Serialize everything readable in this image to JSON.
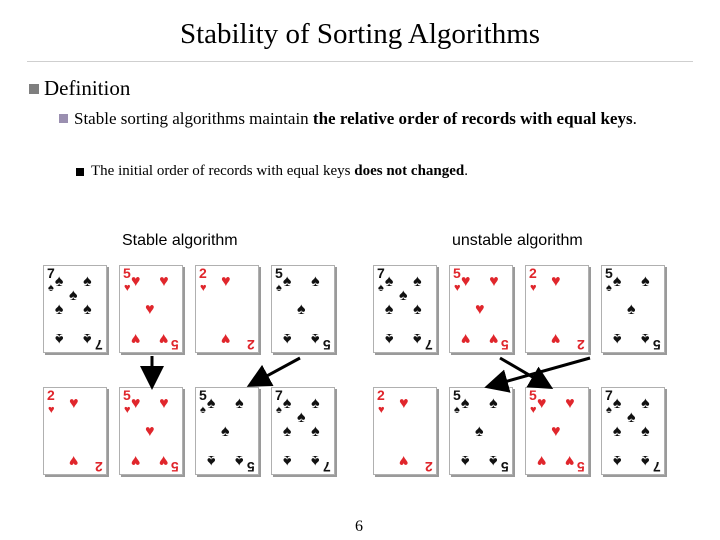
{
  "title": "Stability of Sorting Algorithms",
  "bullets": {
    "level1": "Definition",
    "level2": {
      "pre": "Stable sorting algorithms maintain ",
      "bold": "the relative order of records with equal keys",
      "post": "."
    },
    "level3": {
      "pre": "The initial order of records with equal keys ",
      "bold": "does not changed",
      "post": "."
    }
  },
  "labels": {
    "stable": "Stable algorithm",
    "unstable": "unstable algorithm"
  },
  "page_number": "6",
  "colors": {
    "red_suit": "#e0262c",
    "black_suit": "#111111",
    "bullet1": "#7f7f7f",
    "bullet2": "#9a8fb0"
  },
  "stable": {
    "before": [
      {
        "rank": "7",
        "suit": "spade"
      },
      {
        "rank": "5",
        "suit": "heart"
      },
      {
        "rank": "2",
        "suit": "heart"
      },
      {
        "rank": "5",
        "suit": "spade"
      }
    ],
    "after": [
      {
        "rank": "2",
        "suit": "heart"
      },
      {
        "rank": "5",
        "suit": "heart"
      },
      {
        "rank": "5",
        "suit": "spade"
      },
      {
        "rank": "7",
        "suit": "spade"
      }
    ]
  },
  "unstable": {
    "before": [
      {
        "rank": "7",
        "suit": "spade"
      },
      {
        "rank": "5",
        "suit": "heart"
      },
      {
        "rank": "2",
        "suit": "heart"
      },
      {
        "rank": "5",
        "suit": "spade"
      }
    ],
    "after": [
      {
        "rank": "2",
        "suit": "heart"
      },
      {
        "rank": "5",
        "suit": "spade"
      },
      {
        "rank": "5",
        "suit": "heart"
      },
      {
        "rank": "7",
        "suit": "spade"
      }
    ]
  }
}
